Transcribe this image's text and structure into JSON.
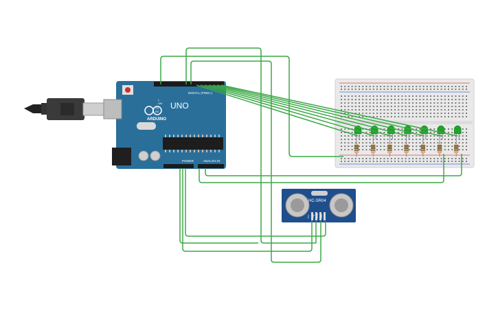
{
  "arduino": {
    "logo_text": "ARDUINO",
    "model_text": "UNO",
    "digital_label": "DIGITAL (PWM~)",
    "power_label": "POWER",
    "analog_label": "ANALOG IN",
    "on_label": "ON",
    "tx_label": "TX",
    "rx_label": "RX",
    "l_label": "L"
  },
  "sensor": {
    "model_text": "HC-SR04",
    "pin_labels": [
      "Vcc",
      "Trig",
      "Echo",
      "Gnd"
    ]
  },
  "leds": {
    "count": 7,
    "color": "#1fa32a"
  },
  "colors": {
    "wire": "#3aa845",
    "board": "#2a6f9a",
    "breadboard": "#e9e9e9",
    "sensor": "#1f4e8c",
    "resistor": "#d6b98a"
  }
}
